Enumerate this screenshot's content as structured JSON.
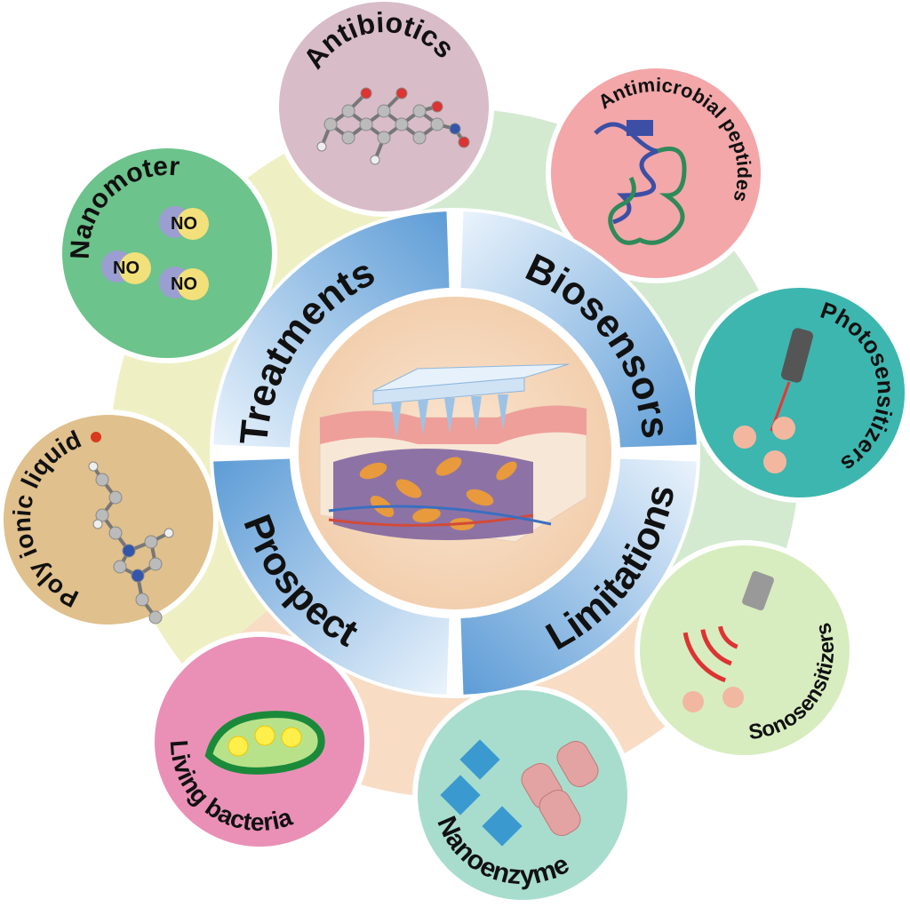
{
  "quadrants": [
    {
      "label": "Treatments"
    },
    {
      "label": "Biosensors"
    },
    {
      "label": "Limitations"
    },
    {
      "label": "Prospect"
    }
  ],
  "satellites": [
    {
      "label": "Antibiotics",
      "color": "#d8bcc8"
    },
    {
      "label": "Antimicrobial peptides",
      "color": "#f3a7a9"
    },
    {
      "label": "Photosensitizers",
      "color": "#3db6af"
    },
    {
      "label": "Sonosensitizers",
      "color": "#d8edbf"
    },
    {
      "label": "Nanoenzyme",
      "color": "#a8ddcd"
    },
    {
      "label": "Living bacteria",
      "color": "#ea90b7"
    },
    {
      "label": "Poly ionic liquid",
      "color": "#e0c08c"
    },
    {
      "label": "Nanomoter",
      "color": "#6cc38b"
    }
  ],
  "no_molecule": "NO",
  "colors": {
    "ring_blue": "#5b9bd5",
    "ring_light": "#e4f0fb",
    "center": "#f6d9bd",
    "outer_green": "#d3ead0",
    "outer_yellow": "#eef0c4",
    "outer_peach": "#f8dcc4"
  }
}
